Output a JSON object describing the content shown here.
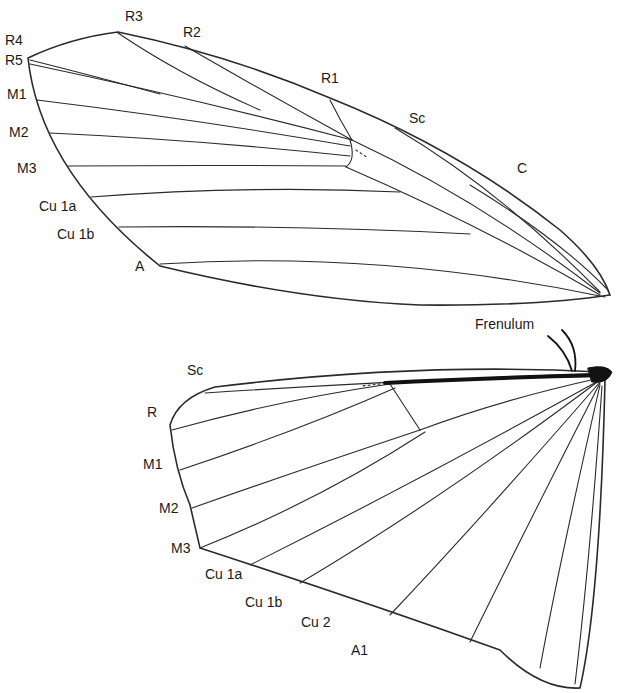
{
  "diagram": {
    "labels": [
      "R4",
      "R3",
      "R2",
      "R5",
      "R1",
      "Sc",
      "C",
      "M1",
      "M2",
      "M3",
      "Cu 1a",
      "Cu 1b",
      "A",
      "Frenulum",
      "Sc",
      "R",
      "M1",
      "M2",
      "M3",
      "Cu 1a",
      "Cu 1b",
      "Cu 2",
      "A1"
    ]
  }
}
